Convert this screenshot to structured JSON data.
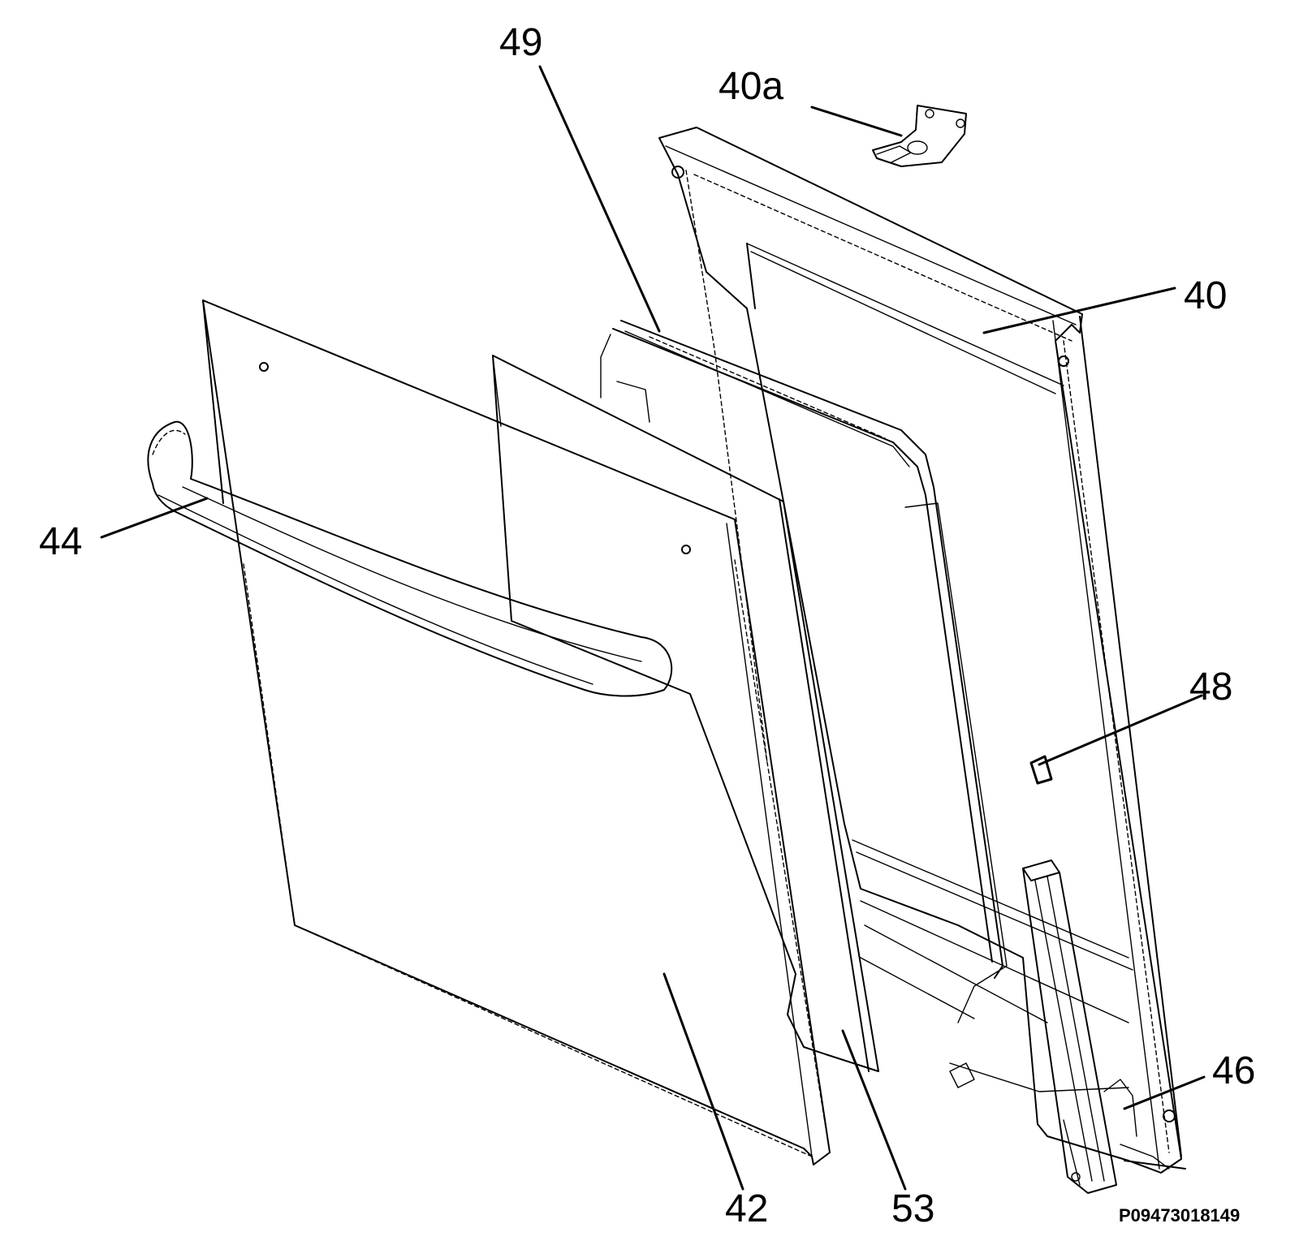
{
  "callouts": {
    "c49": "49",
    "c40a": "40a",
    "c40": "40",
    "c44": "44",
    "c48": "48",
    "c46": "46",
    "c42": "42",
    "c53": "53"
  },
  "drawing_code": "P09473018149"
}
